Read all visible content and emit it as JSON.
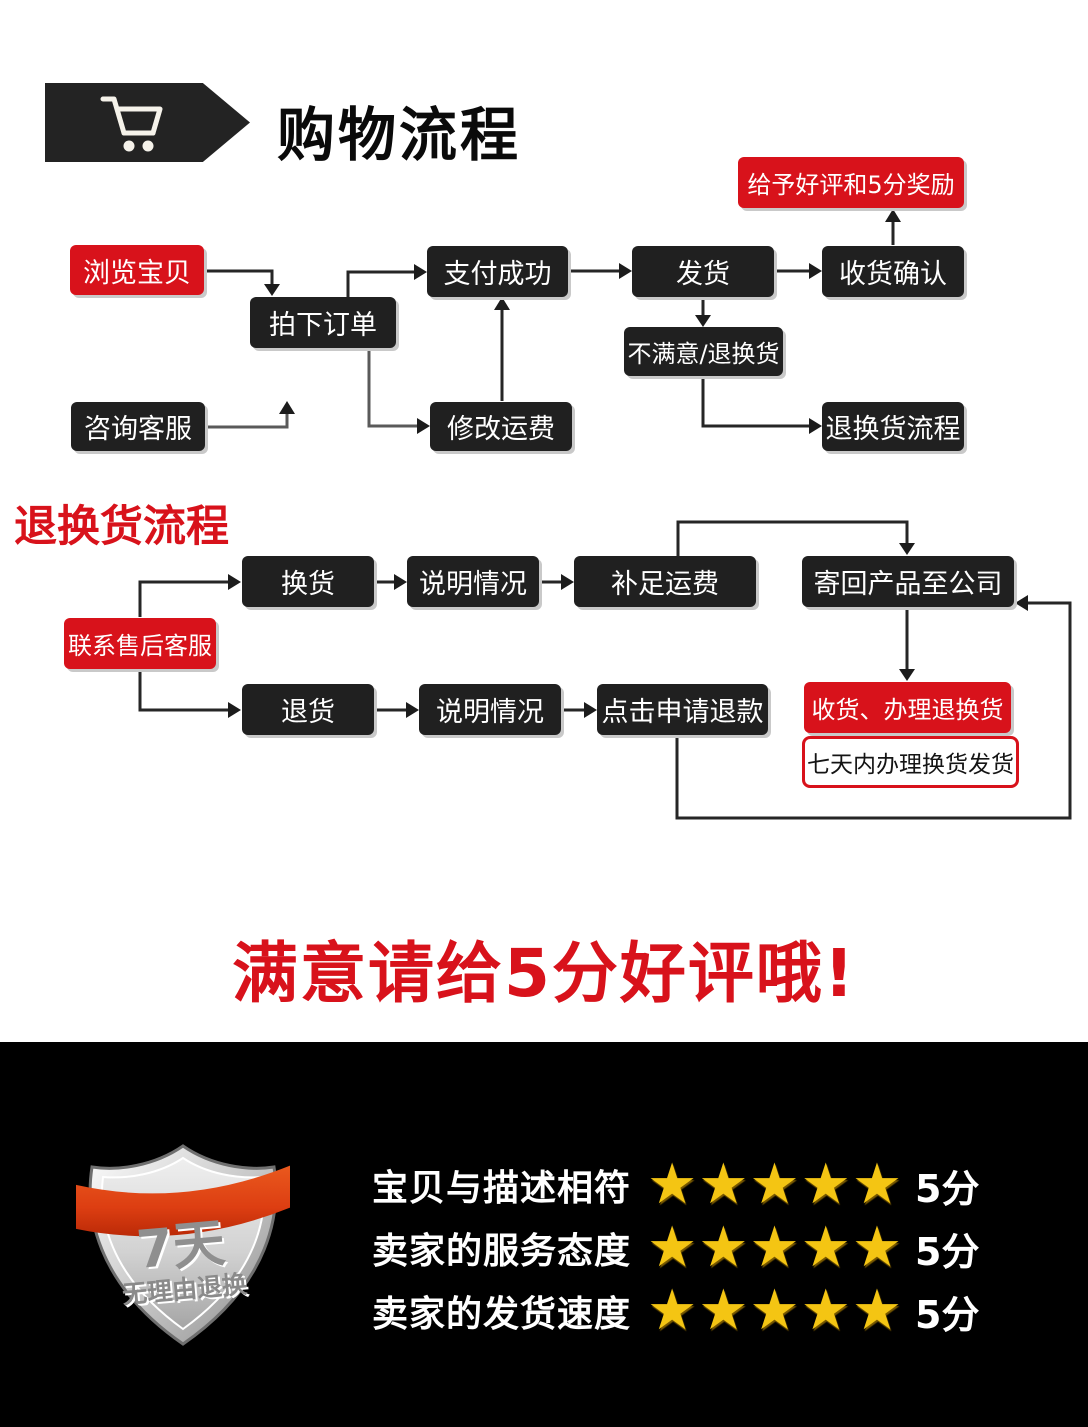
{
  "header": {
    "title": "购物流程"
  },
  "flow1": {
    "boxes": {
      "browse": "浏览宝贝",
      "order": "拍下订单",
      "pay": "支付成功",
      "ship": "发货",
      "confirm": "收货确认",
      "praise": "给予好评和5分奖励",
      "unsatisfied": "不满意/退换货",
      "consult": "咨询客服",
      "modify": "修改运费",
      "return_flow": "退换货流程"
    }
  },
  "flow2": {
    "title": "退换货流程",
    "boxes": {
      "contact": "联系售后客服",
      "exchange": "换货",
      "explain1": "说明情况",
      "freight": "补足运费",
      "sendback": "寄回产品至公司",
      "return_goods": "退货",
      "explain2": "说明情况",
      "apply_refund": "点击申请退款",
      "receive_handle": "收货、办理退换货",
      "seven_days": "七天内办理换货发货"
    }
  },
  "slogan": "满意请给5分好评哦!",
  "guarantee": {
    "badge_line1": "7天",
    "badge_line2": "无理由退换",
    "star_glyph": "★",
    "ratings": [
      {
        "label": "宝贝与描述相符",
        "stars": 5,
        "score": "5分"
      },
      {
        "label": "卖家的服务态度",
        "stars": 5,
        "score": "5分"
      },
      {
        "label": "卖家的发货速度",
        "stars": 5,
        "score": "5分"
      }
    ]
  },
  "colors": {
    "red": "#d8121b",
    "dark_box": "#202020",
    "black_panel": "#000000",
    "star_gold": "#f4c513",
    "ribbon": "#dd3e12"
  }
}
